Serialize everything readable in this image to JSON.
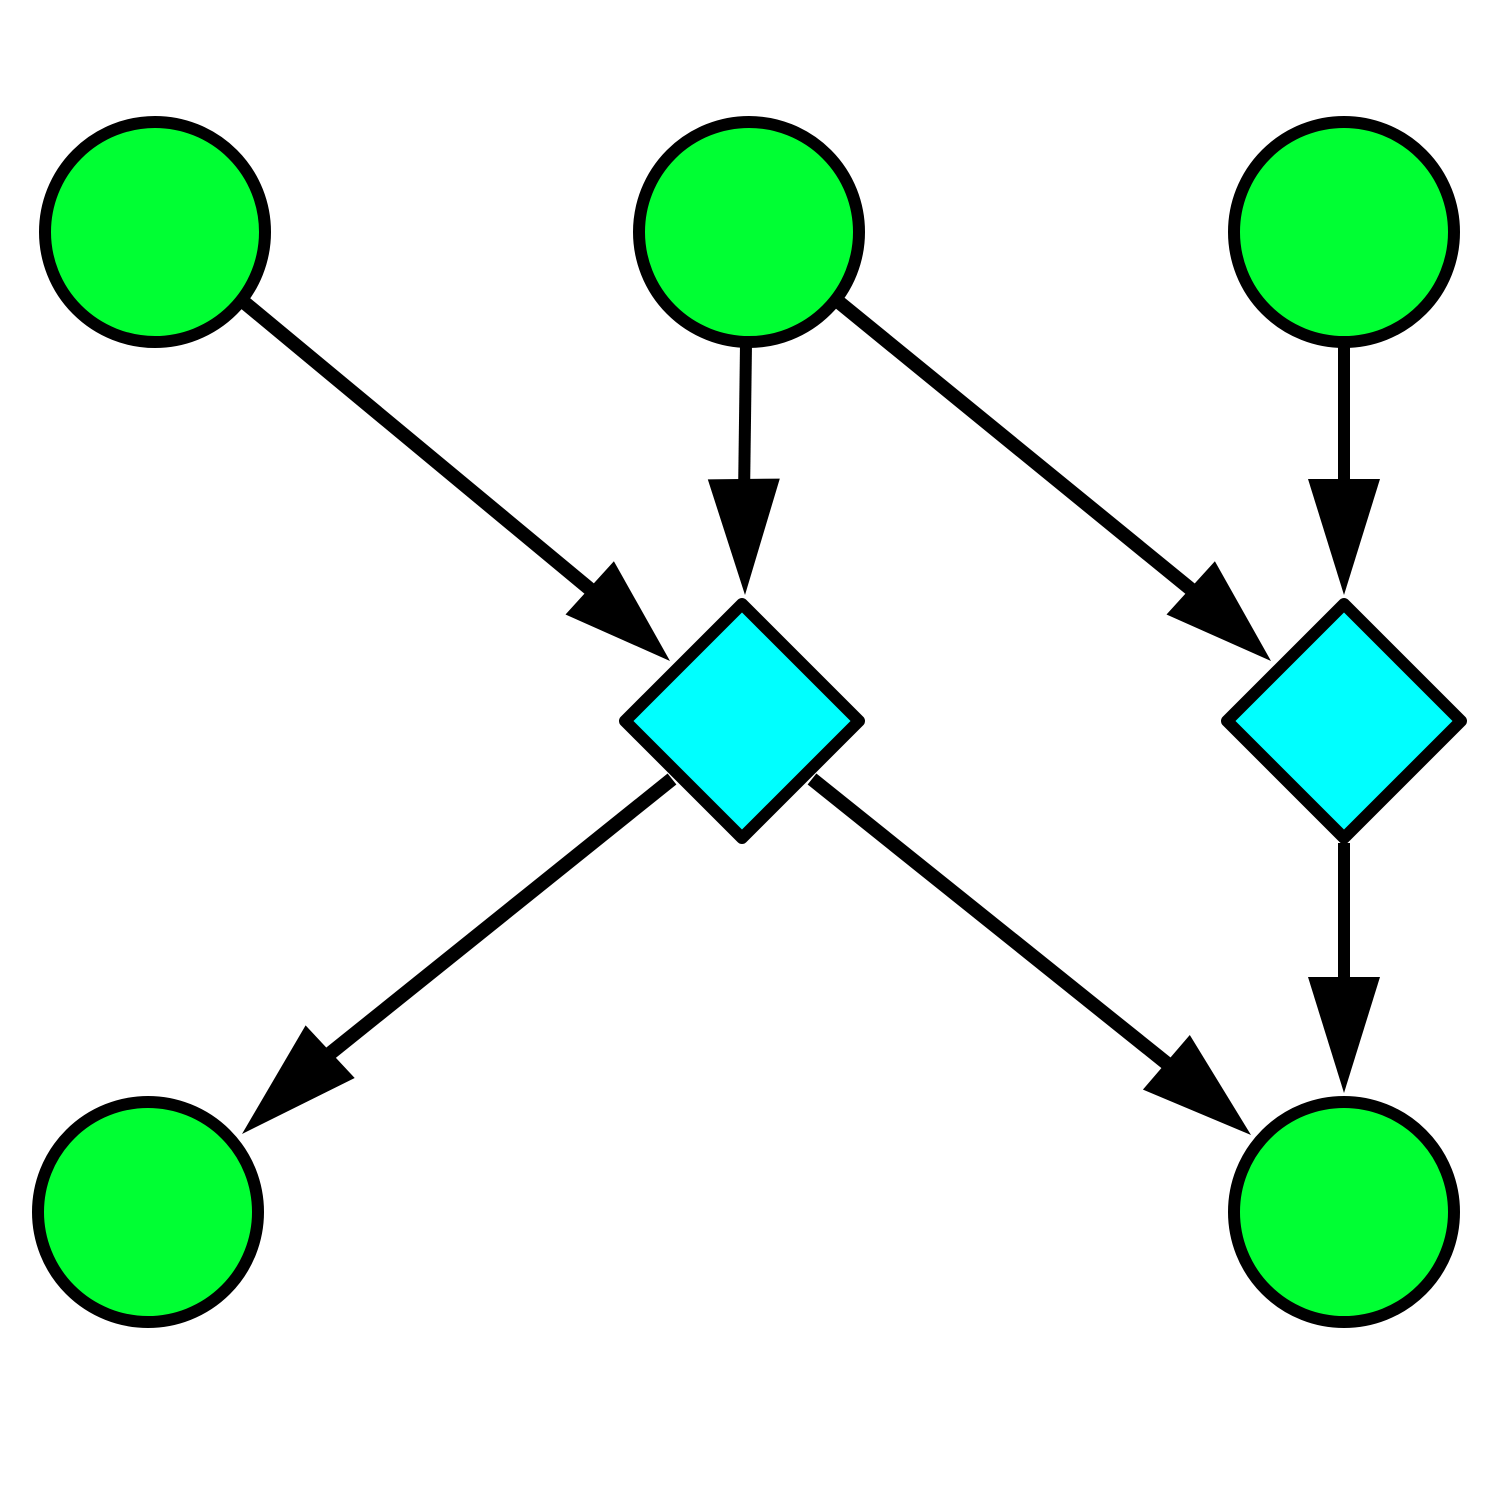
{
  "colors": {
    "background": "#ffffff",
    "stroke": "#000000",
    "circle_fill": "#00ff33",
    "diamond_fill": "#00ffff"
  },
  "nodes": [
    {
      "id": "p1",
      "shape": "circle"
    },
    {
      "id": "p2",
      "shape": "circle"
    },
    {
      "id": "p3",
      "shape": "circle"
    },
    {
      "id": "t1",
      "shape": "diamond"
    },
    {
      "id": "t2",
      "shape": "diamond"
    },
    {
      "id": "p4",
      "shape": "circle"
    },
    {
      "id": "p5",
      "shape": "circle"
    }
  ],
  "edges": [
    {
      "from": "p1",
      "to": "t1"
    },
    {
      "from": "p2",
      "to": "t1"
    },
    {
      "from": "p2",
      "to": "t2"
    },
    {
      "from": "p3",
      "to": "t2"
    },
    {
      "from": "t1",
      "to": "p4"
    },
    {
      "from": "t1",
      "to": "p5"
    },
    {
      "from": "t2",
      "to": "p5"
    }
  ]
}
